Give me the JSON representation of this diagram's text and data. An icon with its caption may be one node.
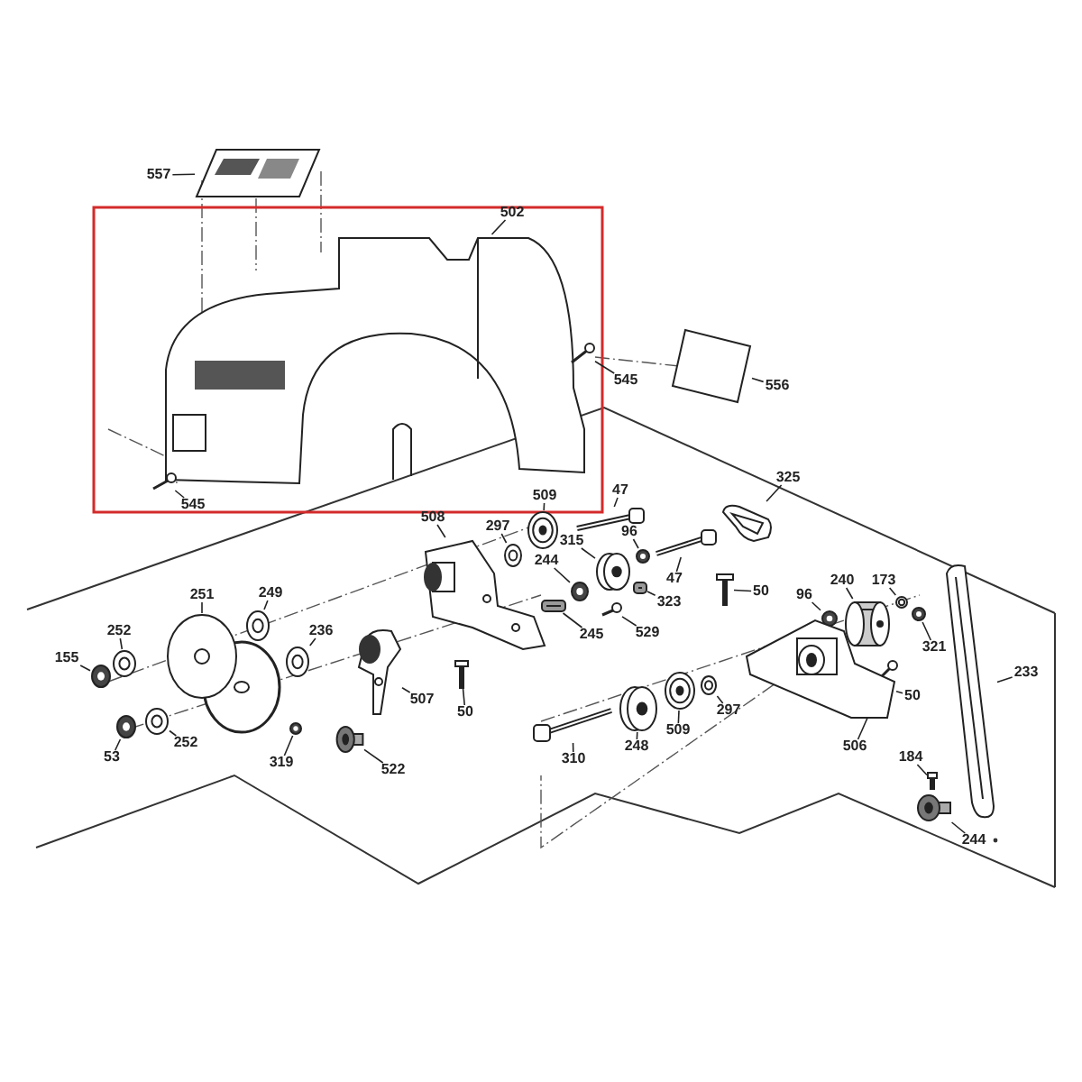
{
  "diagram": {
    "nodes": [
      {
        "text": [
          "557"
        ]
      },
      {
        "text": [],
        "shape": "picture"
      },
      {
        "text": [
          "502"
        ]
      },
      {
        "text": [],
        "shape": "picture"
      },
      {
        "text": [
          "545"
        ]
      },
      {
        "text": [],
        "shape": "picture"
      },
      {
        "text": [
          "556"
        ]
      },
      {
        "text": [],
        "shape": "picture"
      },
      {
        "text": [
          "545"
        ]
      },
      {
        "text": [],
        "shape": "picture"
      },
      {
        "text": [
          "509"
        ]
      },
      {
        "text": [],
        "shape": "picture"
      },
      {
        "text": [
          "47"
        ]
      },
      {
        "text": [],
        "shape": "picture"
      },
      {
        "text": [
          "325"
        ]
      },
      {
        "text": [],
        "shape": "picture"
      },
      {
        "text": [
          "508"
        ]
      },
      {
        "text": [],
        "shape": "picture"
      },
      {
        "text": [
          "297"
        ]
      },
      {
        "text": [],
        "shape": "picture"
      },
      {
        "text": [
          "315"
        ]
      },
      {
        "text": [],
        "shape": "picture"
      },
      {
        "text": [
          "96"
        ]
      },
      {
        "text": [],
        "shape": "picture"
      },
      {
        "text": [
          "47"
        ]
      },
      {
        "text": [],
        "shape": "picture"
      },
      {
        "text": [
          "244"
        ]
      },
      {
        "text": [],
        "shape": "picture"
      },
      {
        "text": [
          "323"
        ]
      },
      {
        "text": [],
        "shape": "picture"
      },
      {
        "text": [
          "245"
        ]
      },
      {
        "text": [],
        "shape": "picture"
      },
      {
        "text": [
          "529"
        ]
      },
      {
        "text": [],
        "shape": "picture"
      },
      {
        "text": [
          "50"
        ]
      },
      {
        "text": [],
        "shape": "picture"
      },
      {
        "text": [
          "96"
        ]
      },
      {
        "text": [],
        "shape": "picture"
      },
      {
        "text": [
          "240"
        ]
      },
      {
        "text": [],
        "shape": "picture"
      },
      {
        "text": [
          "173"
        ]
      },
      {
        "text": [],
        "shape": "picture"
      },
      {
        "text": [
          "321"
        ]
      },
      {
        "text": [],
        "shape": "picture"
      },
      {
        "text": [
          "233"
        ]
      },
      {
        "text": [],
        "shape": "picture"
      },
      {
        "text": [
          "249"
        ]
      },
      {
        "text": [],
        "shape": "picture"
      },
      {
        "text": [
          "251"
        ]
      },
      {
        "text": [],
        "shape": "picture"
      },
      {
        "text": [
          "252"
        ]
      },
      {
        "text": [],
        "shape": "picture"
      },
      {
        "text": [
          "155"
        ]
      },
      {
        "text": [],
        "shape": "picture"
      },
      {
        "text": [
          "236"
        ]
      },
      {
        "text": [],
        "shape": "picture"
      },
      {
        "text": [
          "507"
        ]
      },
      {
        "text": [],
        "shape": "picture"
      },
      {
        "text": [
          "50"
        ]
      },
      {
        "text": [],
        "shape": "picture"
      },
      {
        "text": [
          "252"
        ]
      },
      {
        "text": [],
        "shape": "picture"
      },
      {
        "text": [
          "53"
        ]
      },
      {
        "text": [],
        "shape": "picture"
      },
      {
        "text": [
          "319"
        ]
      },
      {
        "text": [],
        "shape": "picture"
      },
      {
        "text": [
          "522"
        ]
      },
      {
        "text": [],
        "shape": "picture"
      },
      {
        "text": [
          "310"
        ]
      },
      {
        "text": [],
        "shape": "picture"
      },
      {
        "text": [
          "248"
        ]
      },
      {
        "text": [],
        "shape": "picture"
      },
      {
        "text": [
          "509"
        ]
      },
      {
        "text": [],
        "shape": "picture"
      },
      {
        "text": [
          "297"
        ]
      },
      {
        "text": [],
        "shape": "picture"
      },
      {
        "text": [
          "50"
        ]
      },
      {
        "text": [],
        "shape": "picture"
      },
      {
        "text": [
          "506"
        ]
      },
      {
        "text": [],
        "shape": "picture"
      },
      {
        "text": [
          "184"
        ]
      },
      {
        "text": [],
        "shape": "picture"
      },
      {
        "text": [
          "244"
        ]
      },
      {
        "text": [],
        "shape": "picture"
      }
    ],
    "edges": [
      {
        "from": 0,
        "to": 1,
        "arrow": "none"
      },
      {
        "from": 2,
        "to": 3,
        "arrow": "none"
      },
      {
        "from": 4,
        "to": 5,
        "arrow": "none"
      },
      {
        "from": 6,
        "to": 7,
        "arrow": "none"
      },
      {
        "from": 8,
        "to": 9,
        "arrow": "none"
      },
      {
        "from": 10,
        "to": 11,
        "arrow": "none"
      },
      {
        "from": 12,
        "to": 13,
        "arrow": "none"
      },
      {
        "from": 14,
        "to": 15,
        "arrow": "none"
      },
      {
        "from": 16,
        "to": 17,
        "arrow": "none"
      },
      {
        "from": 18,
        "to": 19,
        "arrow": "none"
      },
      {
        "from": 20,
        "to": 21,
        "arrow": "none"
      },
      {
        "from": 22,
        "to": 23,
        "arrow": "none"
      },
      {
        "from": 24,
        "to": 25,
        "arrow": "none"
      },
      {
        "from": 26,
        "to": 27,
        "arrow": "none"
      },
      {
        "from": 28,
        "to": 29,
        "arrow": "none"
      },
      {
        "from": 30,
        "to": 31,
        "arrow": "none"
      },
      {
        "from": 32,
        "to": 33,
        "arrow": "none"
      },
      {
        "from": 34,
        "to": 35,
        "arrow": "none"
      },
      {
        "from": 36,
        "to": 37,
        "arrow": "none"
      },
      {
        "from": 38,
        "to": 39,
        "arrow": "none"
      },
      {
        "from": 40,
        "to": 41,
        "arrow": "none"
      },
      {
        "from": 42,
        "to": 43,
        "arrow": "none"
      },
      {
        "from": 44,
        "to": 45,
        "arrow": "none"
      },
      {
        "from": 46,
        "to": 47,
        "arrow": "none"
      },
      {
        "from": 48,
        "to": 49,
        "arrow": "none"
      },
      {
        "from": 50,
        "to": 51,
        "arrow": "none"
      },
      {
        "from": 52,
        "to": 53,
        "arrow": "none"
      },
      {
        "from": 54,
        "to": 55,
        "arrow": "none"
      },
      {
        "from": 56,
        "to": 57,
        "arrow": "none"
      },
      {
        "from": 58,
        "to": 59,
        "arrow": "none"
      },
      {
        "from": 60,
        "to": 61,
        "arrow": "none"
      },
      {
        "from": 62,
        "to": 63,
        "arrow": "none"
      },
      {
        "from": 64,
        "to": 65,
        "arrow": "none"
      },
      {
        "from": 66,
        "to": 67,
        "arrow": "none"
      },
      {
        "from": 68,
        "to": 69,
        "arrow": "none"
      },
      {
        "from": 70,
        "to": 71,
        "arrow": "none"
      },
      {
        "from": 72,
        "to": 73,
        "arrow": "none"
      },
      {
        "from": 74,
        "to": 75,
        "arrow": "none"
      },
      {
        "from": 76,
        "to": 77,
        "arrow": "none"
      },
      {
        "from": 78,
        "to": 79,
        "arrow": "none"
      },
      {
        "from": 80,
        "to": 81,
        "arrow": "none"
      },
      {
        "from": 82,
        "to": 83,
        "arrow": "none"
      }
    ]
  }
}
